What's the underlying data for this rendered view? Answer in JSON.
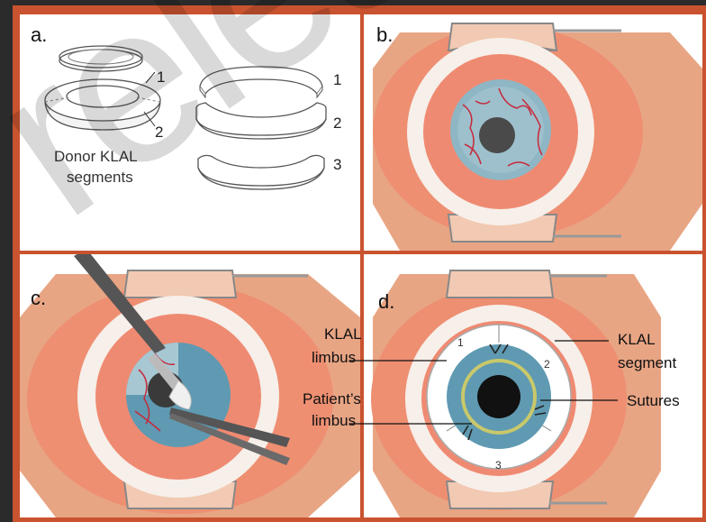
{
  "panels": {
    "a": {
      "letter": "a.",
      "caption_line1": "Donor KLAL",
      "caption_line2": "segments",
      "ring_numbers": [
        "1",
        "2"
      ],
      "segment_numbers": [
        "1",
        "2",
        "3"
      ]
    },
    "b": {
      "letter": "b."
    },
    "c": {
      "letter": "c."
    },
    "d": {
      "letter": "d.",
      "ring_numbers": [
        "1",
        "2",
        "3"
      ],
      "labels": {
        "klal_limbus_1": "KLAL",
        "klal_limbus_2": "limbus",
        "patients_limbus_1": "Patient’s",
        "patients_limbus_2": "limbus",
        "klal_segment_1": "KLAL",
        "klal_segment_2": "segment",
        "sutures": "Sutures"
      }
    }
  },
  "watermark": "releas",
  "colors": {
    "border": "#c9532f",
    "background": "#2b2b2b",
    "eyelid_skin": "#e5a17f",
    "sclera": "#f7efe9",
    "conjunctiva": "#ef8a72",
    "iris": "#6fa8c0",
    "pupil": "#1a1a1a",
    "vessel": "#c8283a"
  }
}
